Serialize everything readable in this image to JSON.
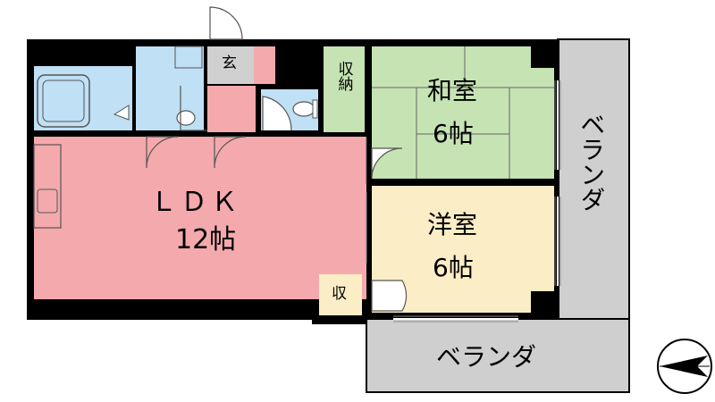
{
  "rooms": {
    "ldk": {
      "name": "ＬＤＫ",
      "size": "12帖",
      "color": "#f4a9ad"
    },
    "washitsu": {
      "name": "和室",
      "size": "6帖",
      "color": "#c6e3b4"
    },
    "youshitsu": {
      "name": "洋室",
      "size": "6帖",
      "color": "#fbedc5"
    },
    "genkan": {
      "name": "玄",
      "color": "#d0d0d0"
    },
    "shuno": {
      "name": "収納",
      "color": "#c6e3b4"
    },
    "shu_small": {
      "name": "収",
      "color": "#fbedc5"
    },
    "bath": {
      "color": "#bfe0f5"
    },
    "washroom": {
      "color": "#bfe0f5"
    },
    "toilet": {
      "color": "#bfe0f5"
    }
  },
  "balcony_right": {
    "name": "ベランダ",
    "color": "#cfcfcf"
  },
  "balcony_bottom": {
    "name": "ベランダ",
    "color": "#cfcfcf"
  },
  "colors": {
    "wall": "#000000"
  }
}
